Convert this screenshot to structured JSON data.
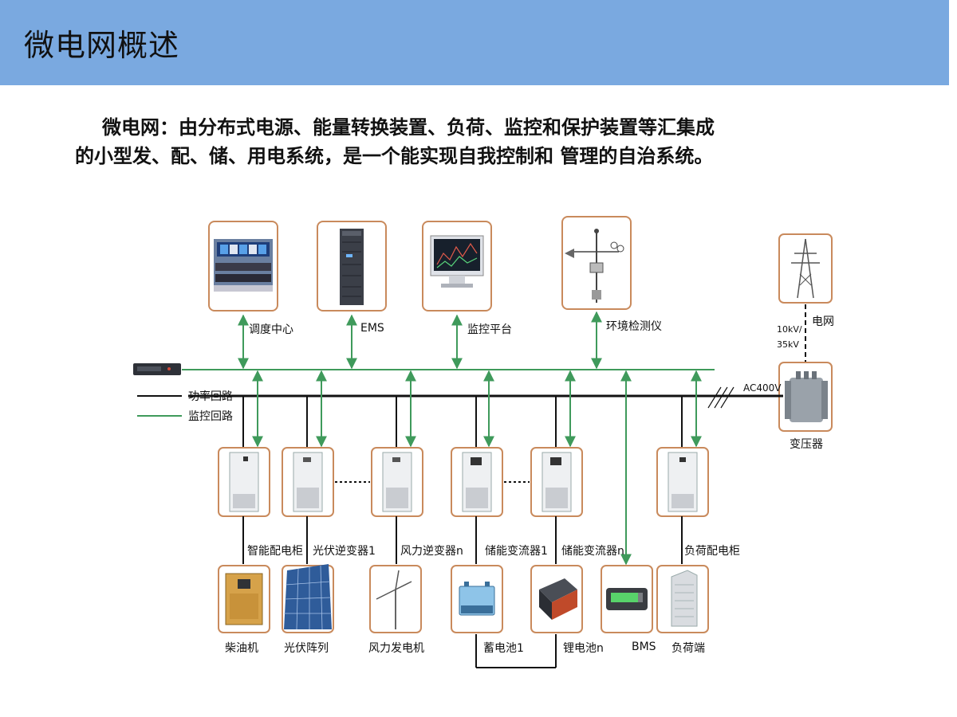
{
  "header": {
    "title": "微电网概述"
  },
  "intro": {
    "line1": "微电网：由分布式电源、能量转换装置、负荷、监控和保护装置等汇集成",
    "line2": "的小型发、配、储、用电系统，是一个能实现自我控制和 管理的自治系统。"
  },
  "legend": {
    "power": "功率回路",
    "monitor": "监控回路"
  },
  "top_devices": {
    "dispatch": "调度中心",
    "ems": "EMS",
    "monitor_platform": "监控平台",
    "env_detector": "环境检测仪"
  },
  "grid": {
    "label": "电网",
    "voltage_line1": "10kV/",
    "voltage_line2": "35kV"
  },
  "bus": {
    "ac_label": "AC400V"
  },
  "transformer": "变压器",
  "cabinets": {
    "smart_dist": "智能配电柜",
    "pv_inverter": "光伏逆变器1",
    "wind_inverter": "风力逆变器n",
    "storage_conv1": "储能变流器1",
    "storage_convn": "储能变流器n",
    "load_cabinet": "负荷配电柜"
  },
  "bottom_devices": {
    "diesel": "柴油机",
    "pv_array": "光伏阵列",
    "wind_gen": "风力发电机",
    "battery1": "蓄电池1",
    "lithium": "锂电池n",
    "bms": "BMS",
    "load": "负荷端"
  },
  "colors": {
    "header_bg": "#7aa9e0",
    "monitor_line": "#3f9a5b",
    "power_line": "#111111",
    "box_border": "#c98a5c"
  }
}
